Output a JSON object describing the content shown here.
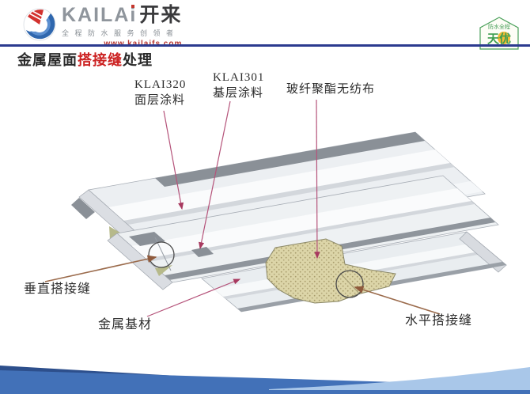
{
  "header": {
    "logo": {
      "brand_en_a": "KAILA",
      "brand_en_i": "i",
      "brand_cn": "开来",
      "tagline": "全程防水服务创领者",
      "website": "www.kailaifs.com"
    },
    "badge": {
      "top_text": "防水全程",
      "name": "天优"
    },
    "rule_color": "#2b3a8f"
  },
  "title": {
    "prefix": "金属屋面",
    "highlight": "搭接缝",
    "suffix": "处理",
    "highlight_color": "#cc2222"
  },
  "diagram": {
    "labels": {
      "top_coat_line1": "KLAI320",
      "top_coat_line2": "面层涂料",
      "base_coat_line1": "KLAI301",
      "base_coat_line2": "基层涂料",
      "fabric": "玻纤聚酯无纺布",
      "vertical_seam": "垂直搭接缝",
      "metal_base": "金属基材",
      "horizontal_seam": "水平搭接缝"
    },
    "leader_colors": {
      "coating_lines": "#b5537a",
      "seam_lines": "#9b6b4c"
    },
    "materials": {
      "panel": "#eef0f2",
      "panel_highlight": "#fafbfc",
      "coating_gray": "#8a9097",
      "fabric_tan": "#dcd5a8",
      "accent_olive": "#b6b98a"
    }
  },
  "footer": {
    "band_main": "#4271b8",
    "band_dark": "#2d4f8c",
    "band_light": "#a9c7e9"
  }
}
